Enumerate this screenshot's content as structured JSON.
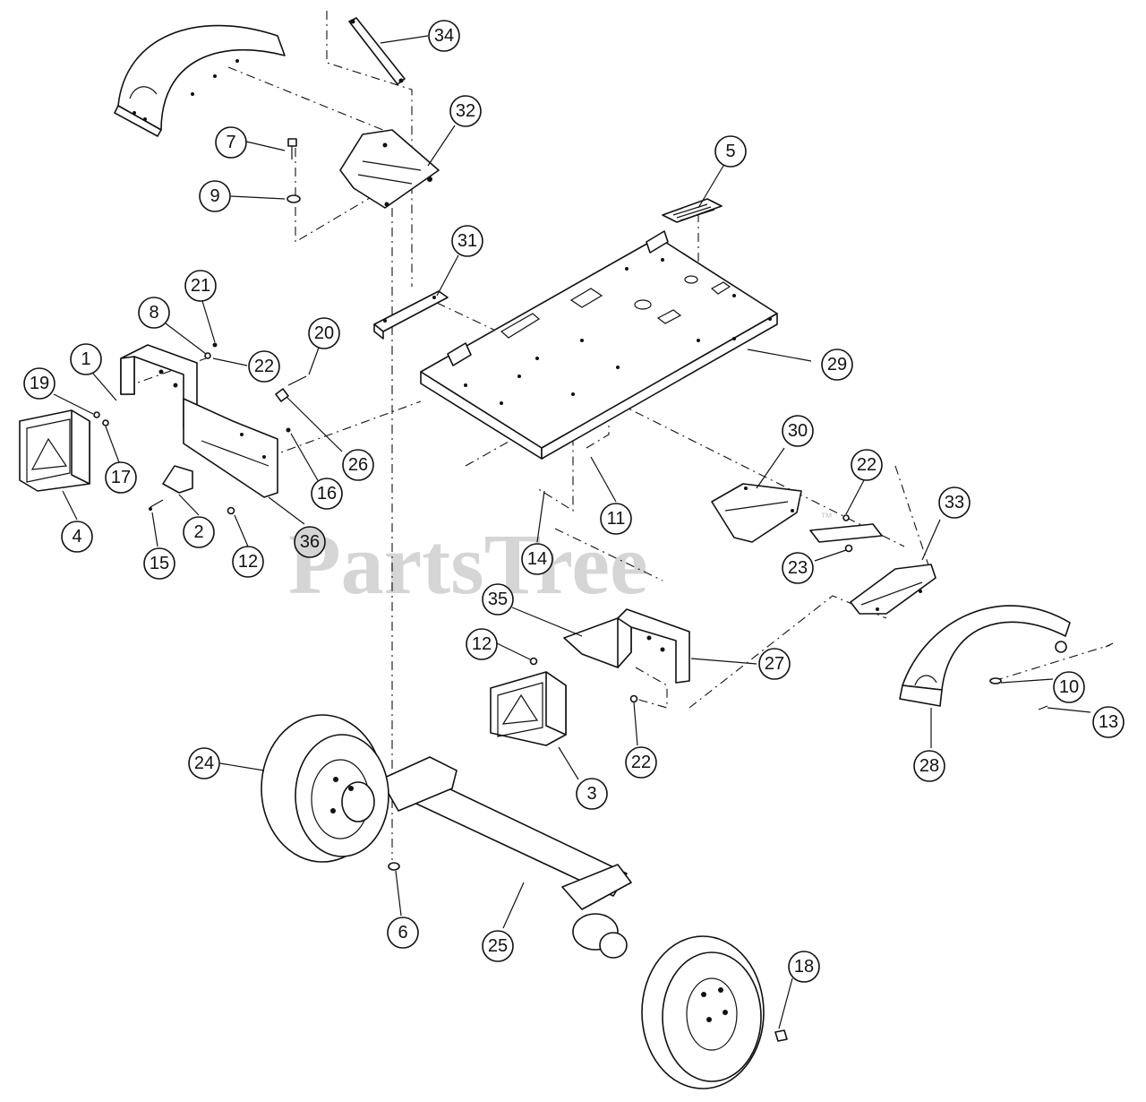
{
  "watermark": {
    "text": "PartsTree",
    "trademark": "™"
  },
  "callouts": [
    {
      "n": "34"
    },
    {
      "n": "32"
    },
    {
      "n": "7"
    },
    {
      "n": "9"
    },
    {
      "n": "5"
    },
    {
      "n": "31"
    },
    {
      "n": "21"
    },
    {
      "n": "8"
    },
    {
      "n": "20"
    },
    {
      "n": "1"
    },
    {
      "n": "22"
    },
    {
      "n": "19"
    },
    {
      "n": "29"
    },
    {
      "n": "26"
    },
    {
      "n": "17"
    },
    {
      "n": "16"
    },
    {
      "n": "30"
    },
    {
      "n": "22"
    },
    {
      "n": "4"
    },
    {
      "n": "2"
    },
    {
      "n": "36"
    },
    {
      "n": "11"
    },
    {
      "n": "33"
    },
    {
      "n": "15"
    },
    {
      "n": "12"
    },
    {
      "n": "14"
    },
    {
      "n": "23"
    },
    {
      "n": "35"
    },
    {
      "n": "12"
    },
    {
      "n": "27"
    },
    {
      "n": "10"
    },
    {
      "n": "13"
    },
    {
      "n": "24"
    },
    {
      "n": "22"
    },
    {
      "n": "28"
    },
    {
      "n": "3"
    },
    {
      "n": "6"
    },
    {
      "n": "25"
    },
    {
      "n": "18"
    }
  ],
  "colors": {
    "ink": "#111111",
    "watermark": "#c8c8c8",
    "background": "#ffffff"
  }
}
